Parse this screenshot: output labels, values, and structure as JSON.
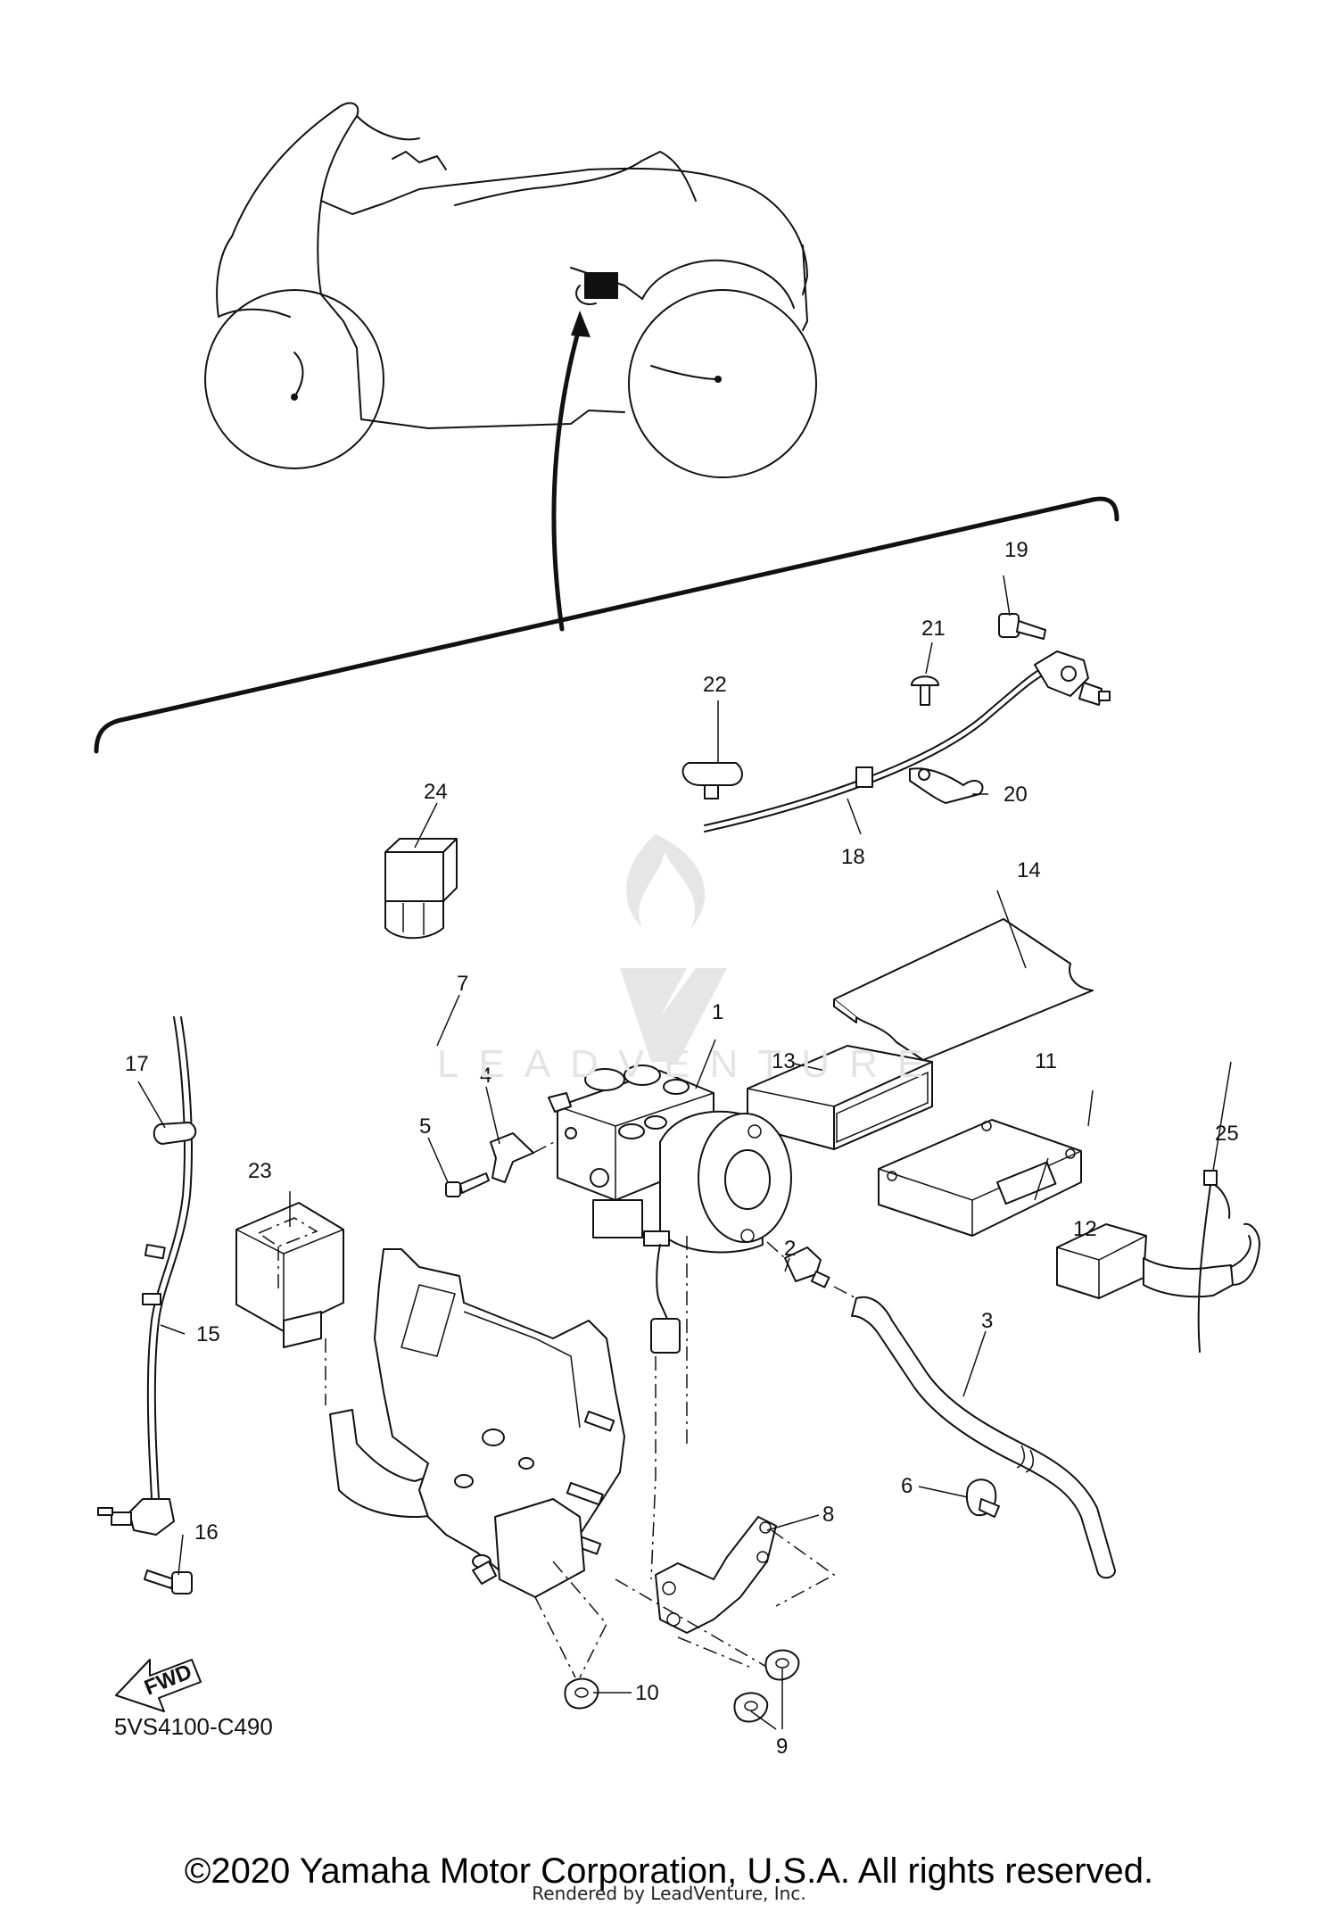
{
  "diagram_code": "5VS4100-C490",
  "fwd_label": "FWD",
  "watermark_text": "LEADVENTURE",
  "copyright": "©2020 Yamaha Motor Corporation, U.S.A. All rights reserved.",
  "rendered_by": "Rendered by LeadVenture, Inc.",
  "callouts": [
    "1",
    "2",
    "3",
    "4",
    "5",
    "6",
    "7",
    "8",
    "9",
    "10",
    "11",
    "12",
    "13",
    "14",
    "15",
    "16",
    "17",
    "18",
    "19",
    "20",
    "21",
    "22",
    "23",
    "24",
    "25"
  ]
}
